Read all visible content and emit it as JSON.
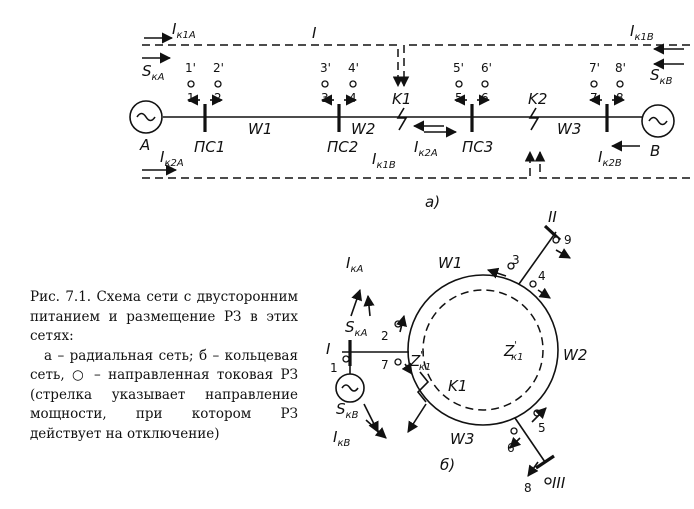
{
  "figure_a": {
    "sources": [
      "A",
      "B"
    ],
    "substations": [
      "ПС1",
      "ПС2",
      "ПС3"
    ],
    "lines": [
      "W1",
      "W2",
      "W3"
    ],
    "faults": [
      "K1",
      "K2"
    ],
    "relays_primed": [
      "1'",
      "2'",
      "3'",
      "4'",
      "5'",
      "6'",
      "7'",
      "8'"
    ],
    "relays": [
      "1",
      "2",
      "3",
      "4",
      "5",
      "6",
      "7",
      "8"
    ],
    "loop_label": "I",
    "currents": {
      "ik1a_main": "I",
      "ik1a_sub": "к1А",
      "ik1b_top_main": "I",
      "ik1b_top_sub": "к1В",
      "ik2a_left_main": "I",
      "ik2a_left_sub": "к2А",
      "ik2b_main": "I",
      "ik2b_sub": "к2В",
      "ik1b_mid_main": "I",
      "ik1b_mid_sub": "к1В",
      "ik2a_mid_main": "I",
      "ik2a_mid_sub": "к2А"
    },
    "powers": {
      "ska_main": "S",
      "ska_sub": "кА",
      "skb_main": "S",
      "skb_sub": "кВ"
    },
    "caption_letter": "а)"
  },
  "figure_b": {
    "nodes": [
      "I",
      "II",
      "III"
    ],
    "lines": [
      "W1",
      "W2",
      "W3"
    ],
    "fault": "K1",
    "relays": [
      "1",
      "2",
      "3",
      "4",
      "5",
      "6",
      "7",
      "8",
      "9"
    ],
    "z_left_main": "Z",
    "z_left_sub": "к1",
    "z_left_sup": "\"",
    "z_right_main": "Z",
    "z_right_sub": "к1",
    "z_right_sup": "'",
    "ika_main": "I",
    "ika_sub": "кА",
    "ska_main": "S",
    "ska_sub": "кА",
    "skb_main": "S",
    "skb_sub": "кВ",
    "ikb_main": "I",
    "ikb_sub": "кВ",
    "caption_letter": "б)"
  },
  "caption": {
    "title": "Рис. 7.1. Схема сети с двусторонним питанием и размещение РЗ в этих сетях:",
    "body": "а – радиальная сеть; б – кольцевая сеть, ○ – направленная токовая РЗ (стрелка указывает направление мощности, при котором РЗ действует на отключение)"
  }
}
